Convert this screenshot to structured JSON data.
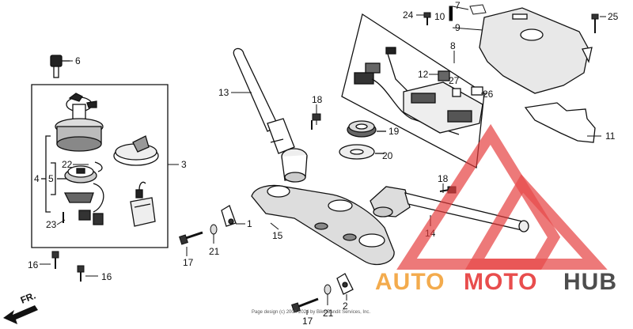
{
  "callouts": {
    "n1": "1",
    "n2": "2",
    "n3": "3",
    "n4": "4",
    "n5": "5",
    "n6": "6",
    "n7": "7",
    "n8": "8",
    "n9": "9",
    "n10": "10",
    "n11": "11",
    "n12": "12",
    "n13": "13",
    "n14": "14",
    "n15": "15",
    "n16a": "16",
    "n16b": "16",
    "n17a": "17",
    "n17b": "17",
    "n18a": "18",
    "n18b": "18",
    "n19": "19",
    "n20": "20",
    "n21a": "21",
    "n21b": "21",
    "n22": "22",
    "n23": "23",
    "n24": "24",
    "n25": "25",
    "n26": "26",
    "n27": "27"
  },
  "footer": {
    "fr_label": "FR.",
    "copyright": "Page design (c) 2004-2024 by Bike Bandit Services, Inc."
  },
  "watermark": {
    "word_auto": "AUTO",
    "word_moto": "MOTO",
    "word_hub": "HUB",
    "color_orange": "#f2a33a",
    "color_red": "#e63a3a",
    "color_dark": "#3a3a3a"
  }
}
